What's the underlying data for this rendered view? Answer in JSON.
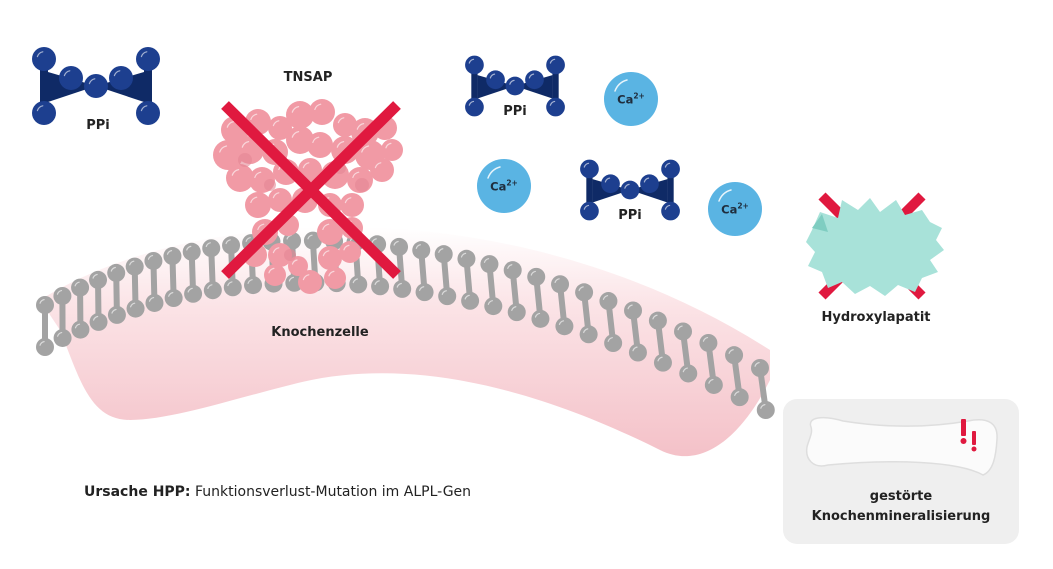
{
  "labels": {
    "ppi": "PPi",
    "tnsap": "TNSAP",
    "calcium": "Ca",
    "calcium_charge": "2+",
    "cell": "Knochenzelle",
    "hydroxylapatite": "Hydroxylapatit"
  },
  "caption": {
    "bold": "Ursache HPP:",
    "text": " Funktionsverlust-Mutation im ALPL-Gen"
  },
  "info_card": {
    "line1": "gestörte",
    "line2": "Knochenmineralisierung",
    "alert_symbol": "!!"
  },
  "status": {
    "tnsap_blocked": true,
    "hydroxylapatite_blocked": true
  },
  "colors": {
    "ppi_blue": "#1d3f8f",
    "ppi_dark": "#0f2a66",
    "calcium_blue": "#5ab4e3",
    "tnsap_pink": "#f19aa5",
    "cross_red": "#e0193f",
    "lipid_gray": "#a3a3a3",
    "cell_pink": "#f6c8cf",
    "hydroxylapatite_teal": "#a8e2d9",
    "card_gray": "#efefef"
  }
}
